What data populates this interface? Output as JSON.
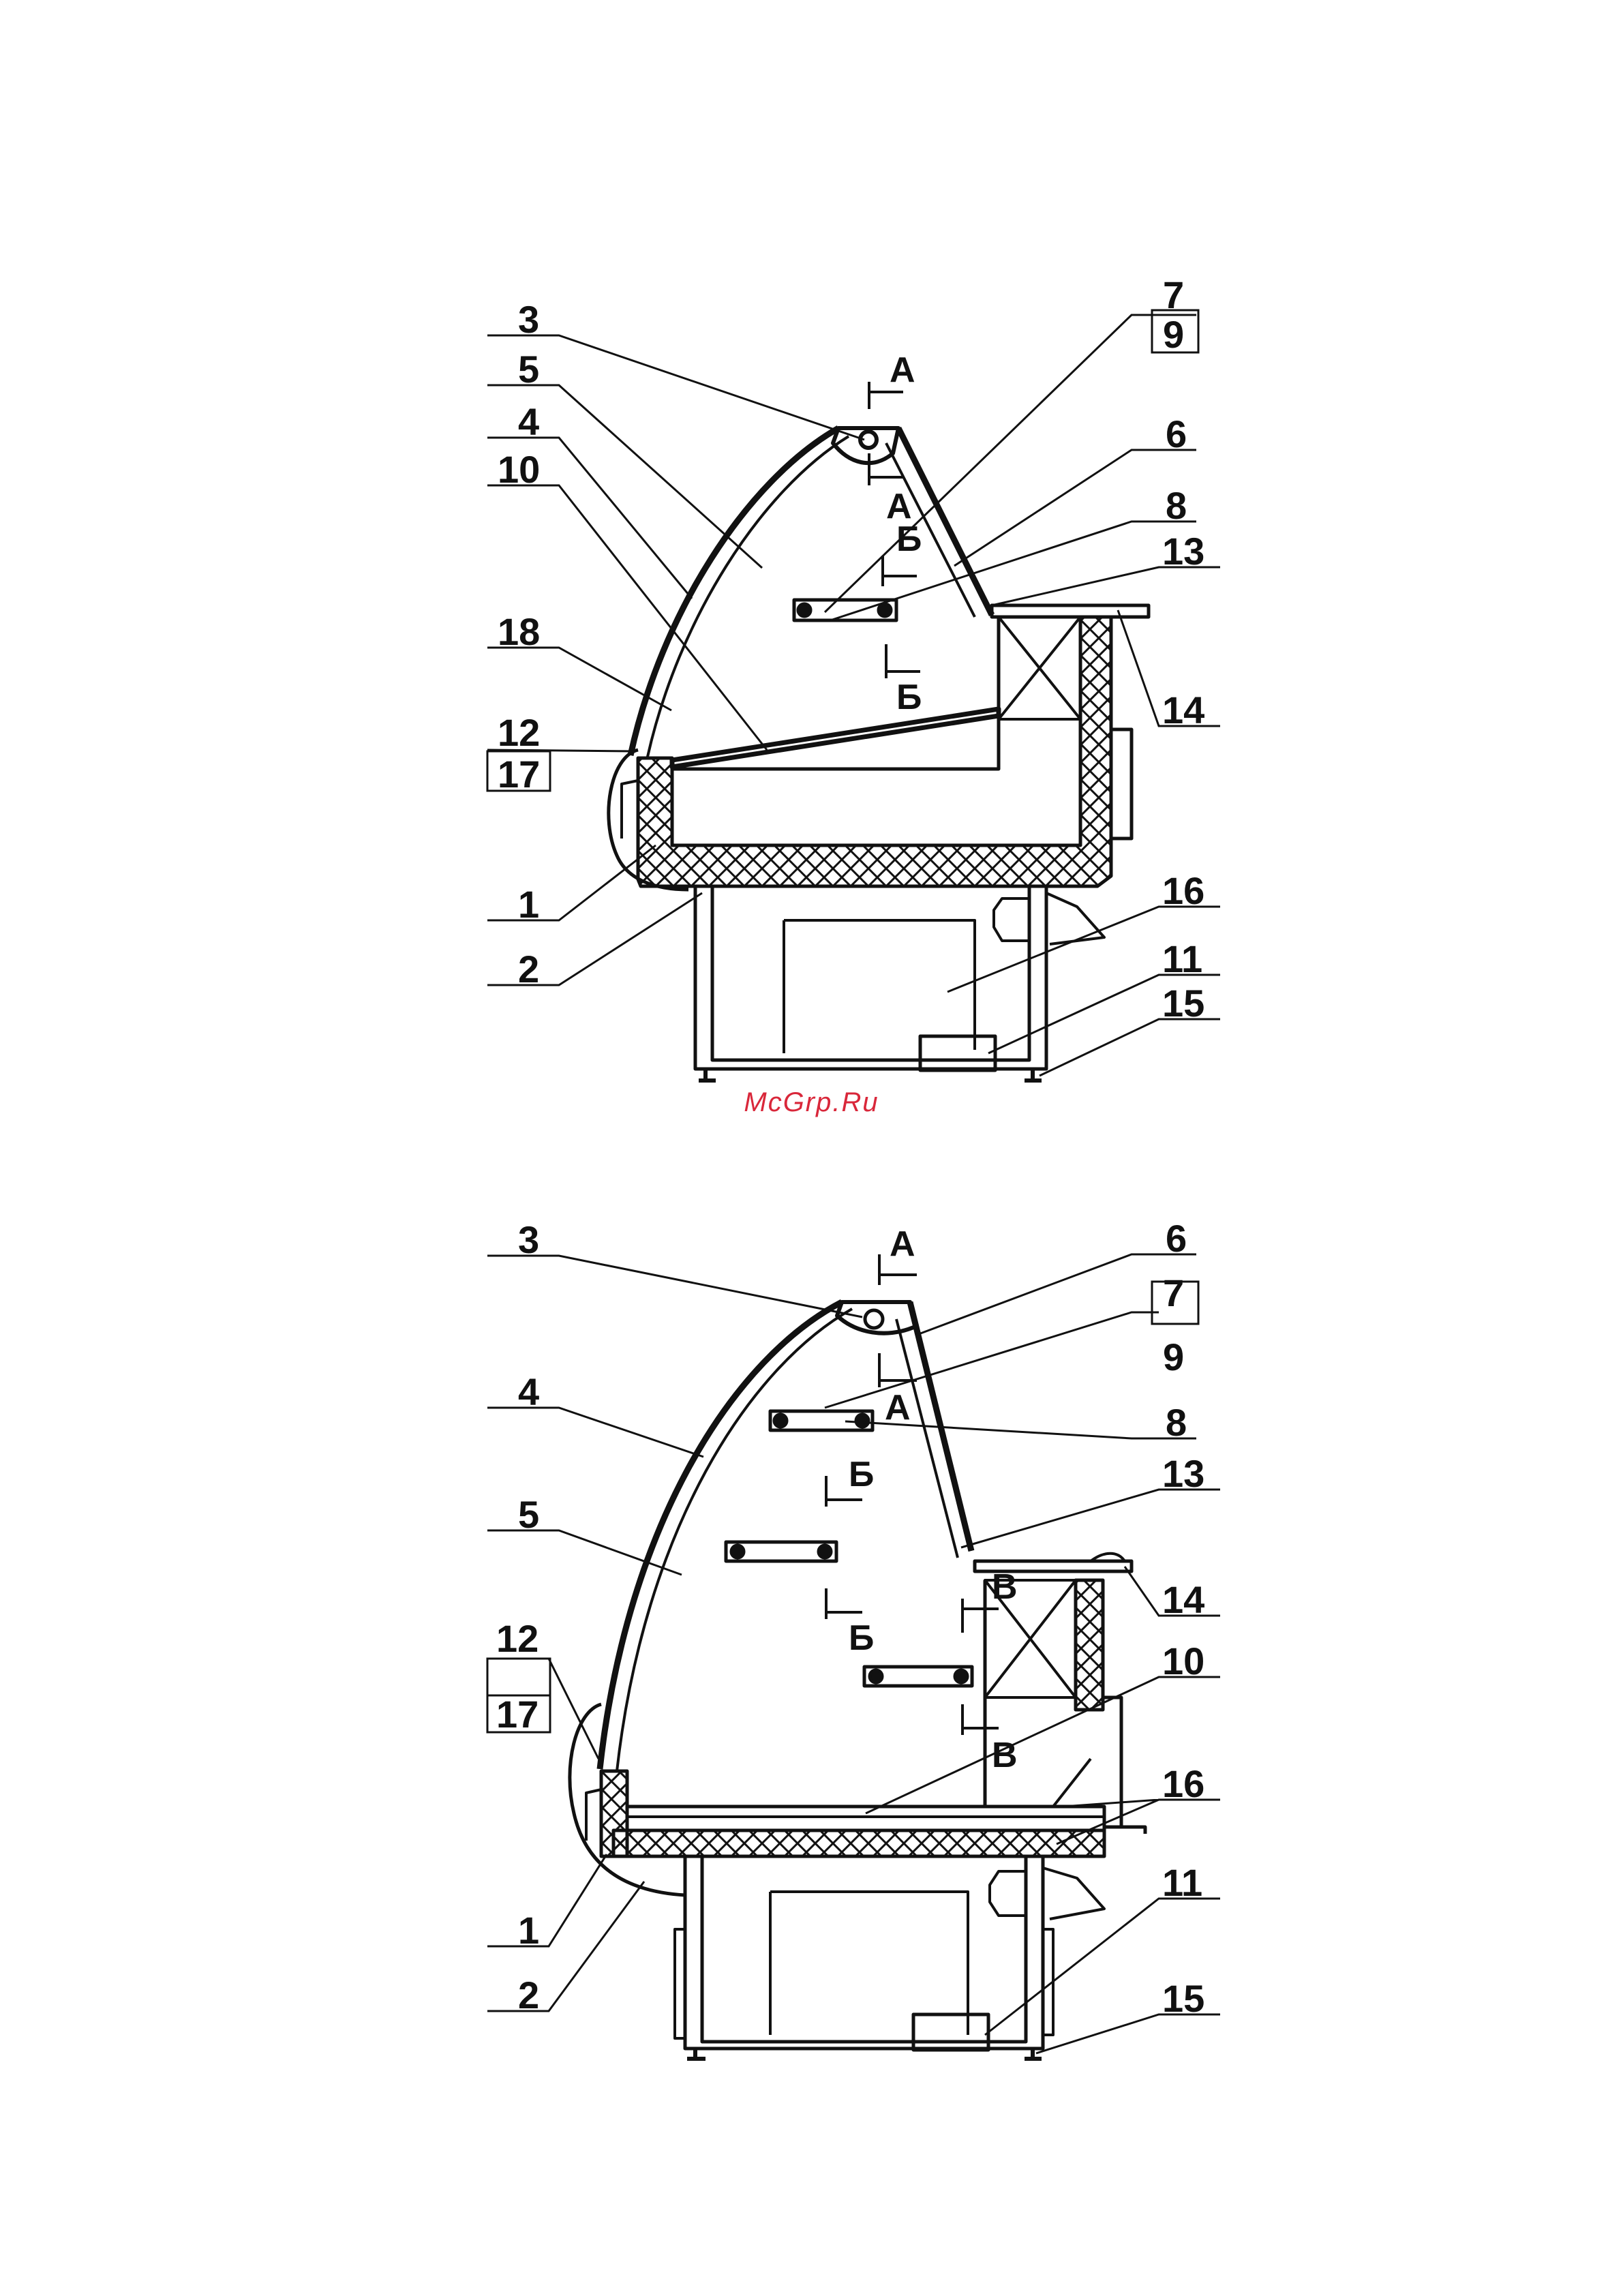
{
  "watermark": "McGrp.Ru",
  "figure1": {
    "callouts": [
      {
        "id": "c1-3",
        "text": "3"
      },
      {
        "id": "c1-5",
        "text": "5"
      },
      {
        "id": "c1-4",
        "text": "4"
      },
      {
        "id": "c1-10",
        "text": "10"
      },
      {
        "id": "c1-18",
        "text": "18"
      },
      {
        "id": "c1-12",
        "text": "12"
      },
      {
        "id": "c1-17",
        "text": "17"
      },
      {
        "id": "c1-1",
        "text": "1"
      },
      {
        "id": "c1-2",
        "text": "2"
      },
      {
        "id": "c1-7",
        "text": "7"
      },
      {
        "id": "c1-9",
        "text": "9"
      },
      {
        "id": "c1-6",
        "text": "6"
      },
      {
        "id": "c1-8",
        "text": "8"
      },
      {
        "id": "c1-13",
        "text": "13"
      },
      {
        "id": "c1-14",
        "text": "14"
      },
      {
        "id": "c1-16",
        "text": "16"
      },
      {
        "id": "c1-11",
        "text": "11"
      },
      {
        "id": "c1-15",
        "text": "15"
      }
    ],
    "section_marks": [
      "А",
      "А",
      "Б",
      "Б"
    ]
  },
  "figure2": {
    "callouts": [
      {
        "id": "c2-3",
        "text": "3"
      },
      {
        "id": "c2-4",
        "text": "4"
      },
      {
        "id": "c2-5",
        "text": "5"
      },
      {
        "id": "c2-12",
        "text": "12"
      },
      {
        "id": "c2-17",
        "text": "17"
      },
      {
        "id": "c2-1",
        "text": "1"
      },
      {
        "id": "c2-2",
        "text": "2"
      },
      {
        "id": "c2-6",
        "text": "6"
      },
      {
        "id": "c2-7",
        "text": "7"
      },
      {
        "id": "c2-9",
        "text": "9"
      },
      {
        "id": "c2-8",
        "text": "8"
      },
      {
        "id": "c2-13",
        "text": "13"
      },
      {
        "id": "c2-14",
        "text": "14"
      },
      {
        "id": "c2-10",
        "text": "10"
      },
      {
        "id": "c2-16",
        "text": "16"
      },
      {
        "id": "c2-11",
        "text": "11"
      },
      {
        "id": "c2-15",
        "text": "15"
      }
    ],
    "section_marks": [
      "А",
      "А",
      "Б",
      "Б",
      "В",
      "В"
    ]
  }
}
